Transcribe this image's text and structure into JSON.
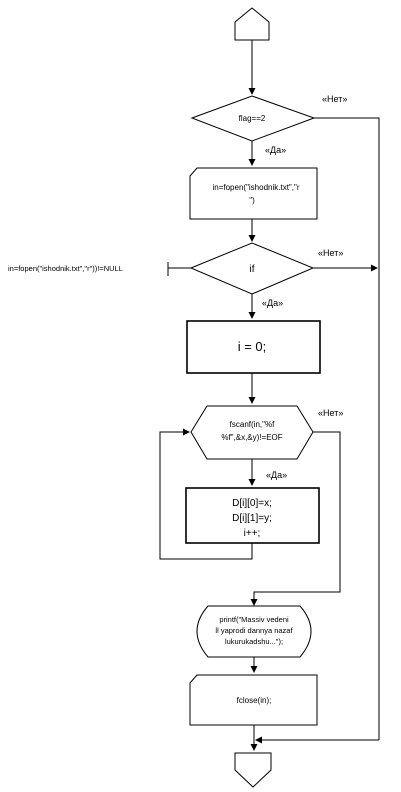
{
  "diagram": {
    "type": "flowchart",
    "cond1": {
      "text": "flag==2"
    },
    "cond1_no": "«Нет»",
    "cond1_yes": "«Да»",
    "open_block": {
      "lines": [
        "in=fopen(\"ishodnik.txt\",\"r",
        "\")"
      ]
    },
    "cond2": {
      "text": "if"
    },
    "cond2_side_text": "in=fopen(\"ishodnik.txt\",\"r\"))!=NULL",
    "cond2_no": "«Нет»",
    "cond2_yes": "«Да»",
    "init_block": {
      "text": "i = 0;"
    },
    "loop_cond": {
      "lines": [
        "fscanf(in,\"%f",
        "%f\",&x,&y)!=EOF"
      ]
    },
    "loop_no": "«Нет»",
    "loop_yes": "«Да»",
    "loop_body": {
      "lines": [
        "D[i][0]=x;",
        "D[i][1]=y;",
        "i++;"
      ]
    },
    "print_block": {
      "lines": [
        "printf(\"Massiv vedeni",
        "ll yaprodi dannya nazaf",
        "lukurukadshu...\");"
      ]
    },
    "close_block": {
      "text": "fclose(in);"
    }
  }
}
